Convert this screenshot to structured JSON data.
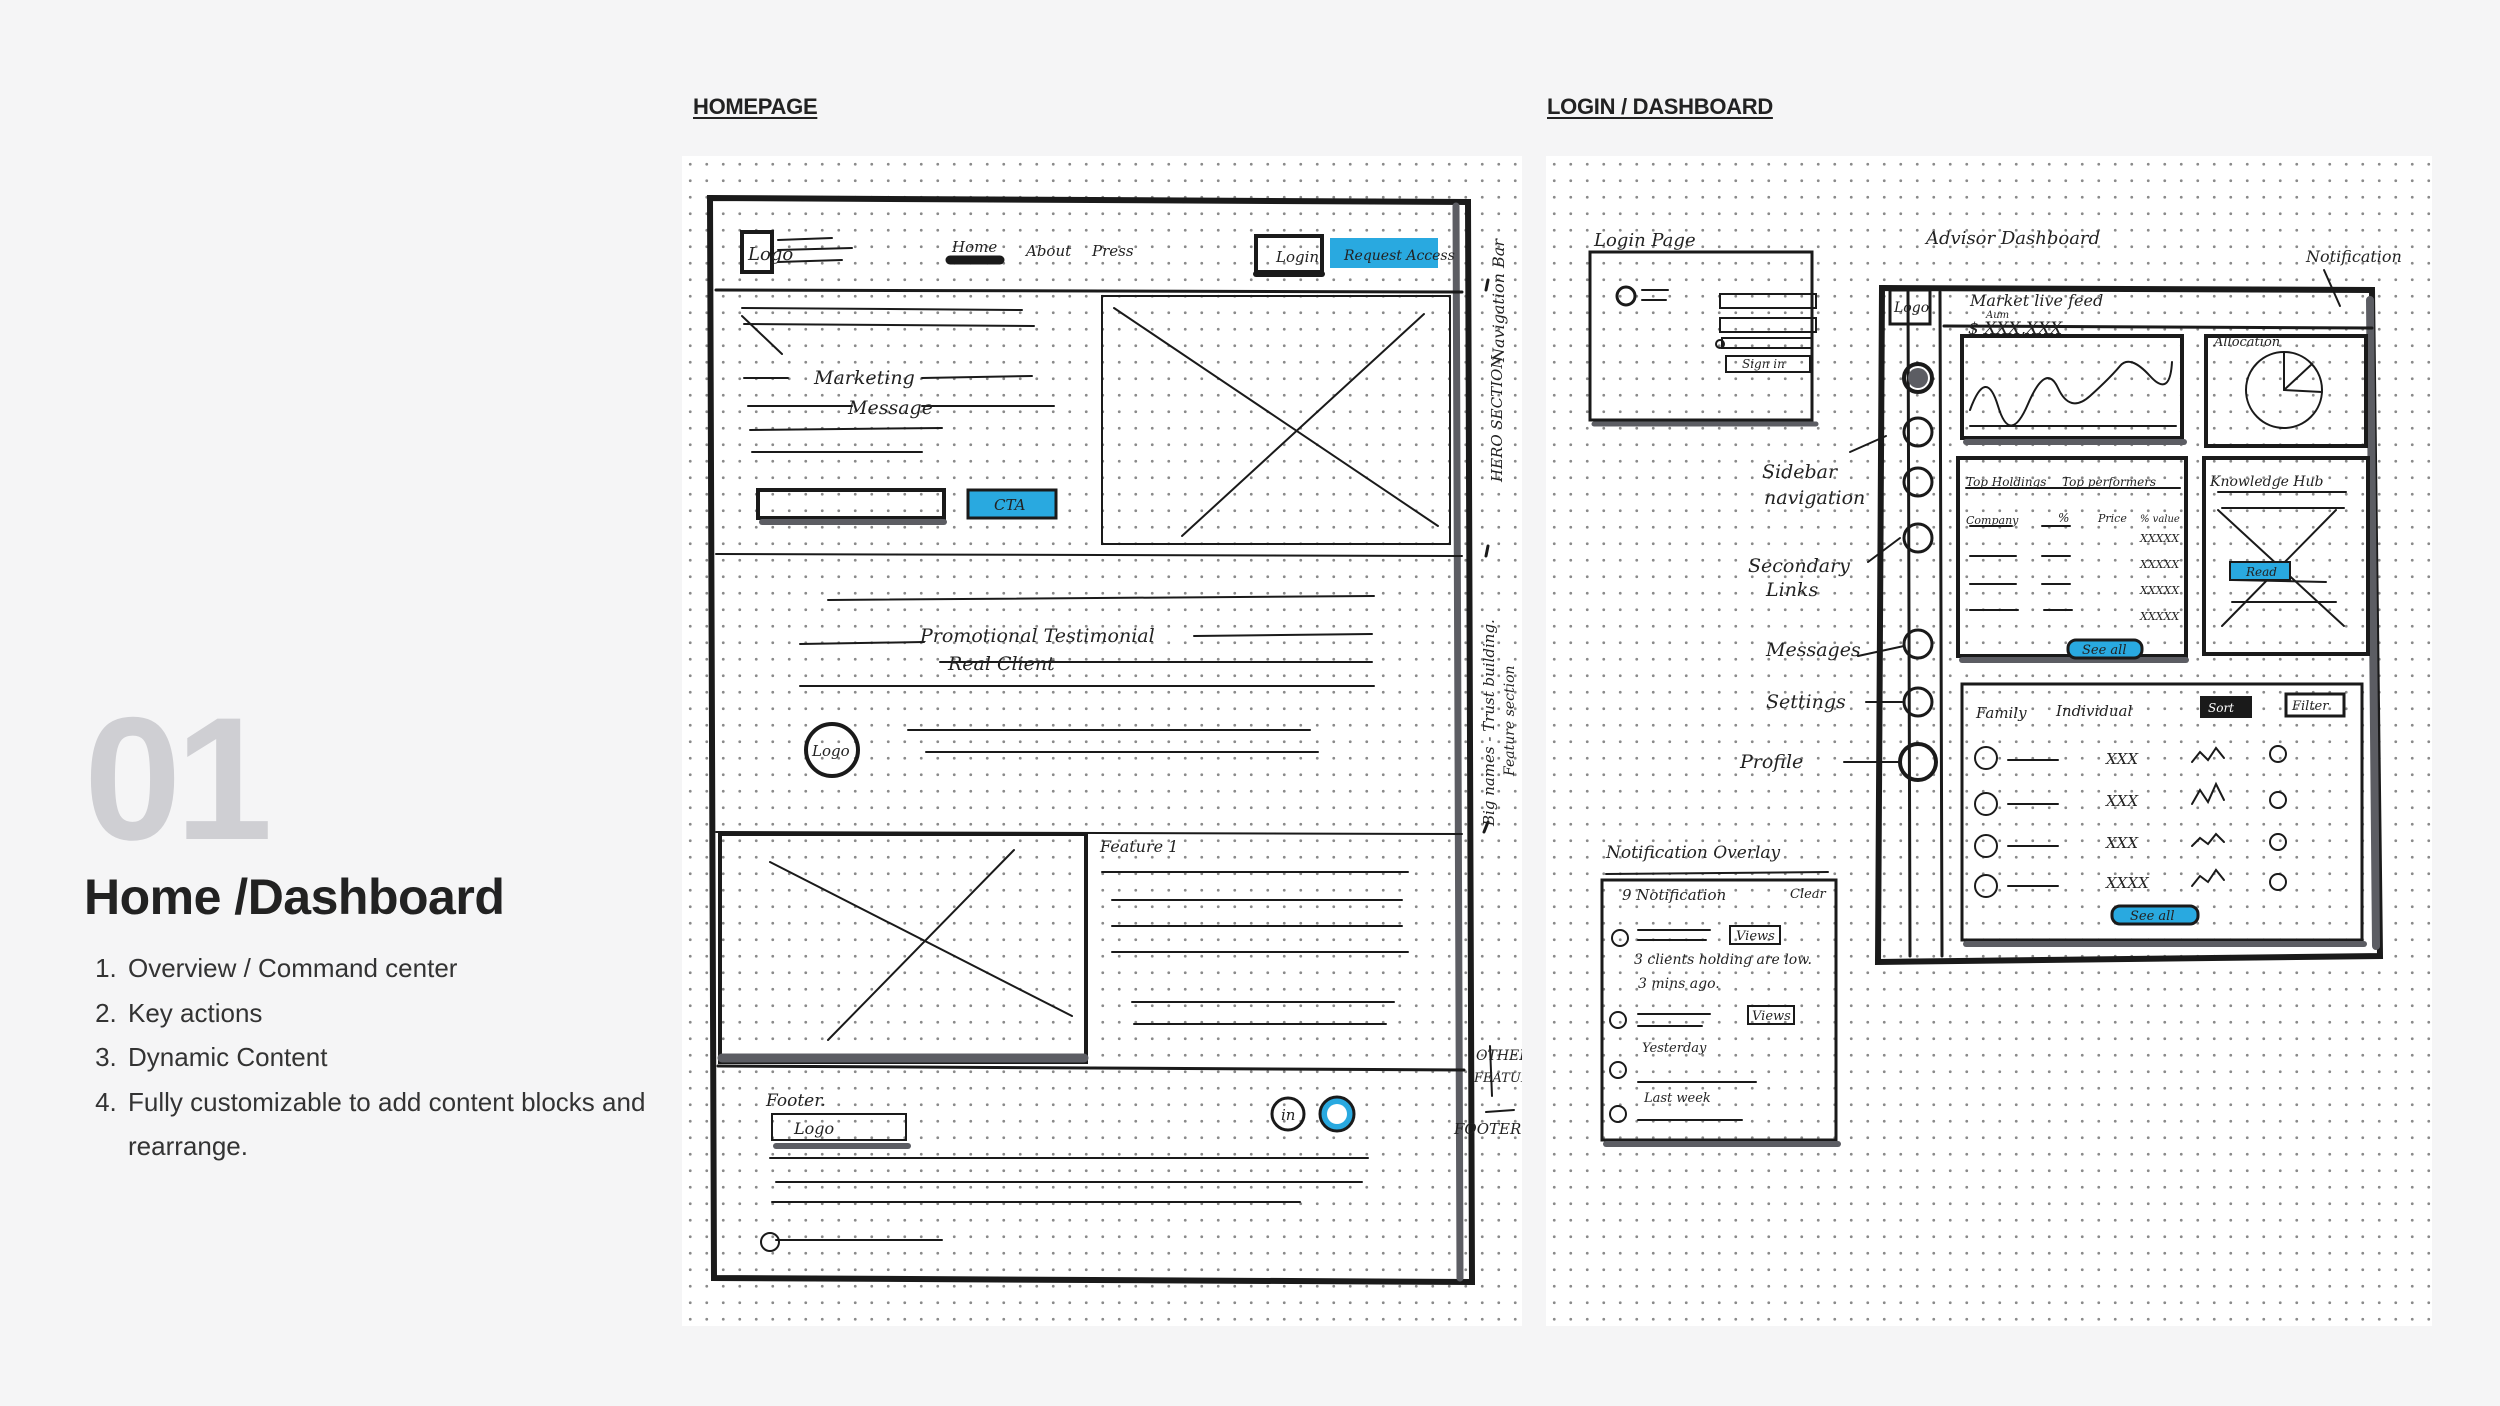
{
  "sections": {
    "homepage_label": "HOMEPAGE",
    "login_dashboard_label": "LOGIN / DASHBOARD"
  },
  "intro": {
    "number": "01",
    "title": "Home /Dashboard",
    "items": [
      "Overview / Command center",
      "Key actions",
      "Dynamic Content",
      "Fully customizable to add content blocks and rearrange."
    ]
  },
  "homepage_sketch": {
    "logo": "Logo",
    "nav_home": "Home",
    "nav_about": "About",
    "nav_press": "Press",
    "login": "Login",
    "request_access": "Request Access",
    "annotation_nav": "Navigation Bar",
    "marketing_1": "Marketing",
    "marketing_2": "Message",
    "cta": "CTA",
    "annotation_hero": "HERO SECTION",
    "promo_1": "Promotional  Testimonial",
    "promo_2": "Real  Client",
    "client_logo": "Logo",
    "annotation_trust": "Big names - Trust building.",
    "annotation_feature_section": "Feature section",
    "feature_1": "Feature 1",
    "annotation_other_1": "OTHER",
    "annotation_other_2": "FEATURE",
    "footer_label": "Footer.",
    "footer_logo": "Logo",
    "linkedin": "in",
    "annotation_footer": "FOOTER"
  },
  "dashboard_sketch": {
    "login_page_label": "Login Page",
    "sign_in": "Sign in",
    "advisor_dashboard_label": "Advisor Dashboard",
    "notification_label": "Notification",
    "logo": "Logo",
    "market_feed": "Market live feed",
    "aum_label": "Aum",
    "amount": "$ XXX,XXX",
    "allocation": "Allocation",
    "sidebar_1": "Sidebar",
    "sidebar_2": "navigation",
    "secondary_1": "Secondary",
    "secondary_2": "Links",
    "messages": "Messages",
    "settings": "Settings",
    "profile": "Profile",
    "top_holdings": "Top Holdings",
    "top_performers": "Top performers",
    "col_company": "Company",
    "col_percent": "%",
    "col_price": "Price",
    "col_value": "% value",
    "cell_values": [
      "XXXXX",
      "XXXXX",
      "XXXXX",
      "XXXXX"
    ],
    "see_all": "See all",
    "knowledge_hub": "Knowledge Hub",
    "read": "Read",
    "family": "Family",
    "individual": "Individual",
    "sort": "Sort",
    "filter": "Filter",
    "row_values": [
      "XXX",
      "XXX",
      "XXX",
      "XXXX"
    ],
    "see_all_2": "See all",
    "notification_overlay_label": "Notification Overlay",
    "notification_count": "9 Notification",
    "clear": "Clear",
    "views_1": "Views",
    "alert_1": "3 clients holding are low.",
    "alert_1_time": "3 mins ago.",
    "views_2": "Views",
    "yesterday": "Yesterday",
    "last_week": "Last week"
  },
  "colors": {
    "accent": "#29a9e0",
    "ink": "#1a1a1a",
    "marker_grey": "#5c5d63"
  }
}
